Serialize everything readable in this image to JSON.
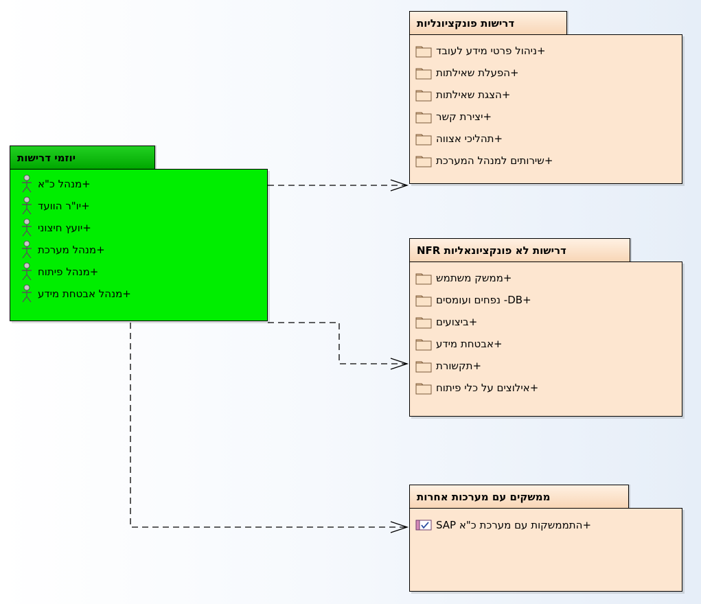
{
  "initiators": {
    "title": "יוזמי דרישות",
    "items": [
      "+מנהל כ\"א",
      "+יו\"ר הוועד",
      "+יועץ חיצוני",
      "+מנהל מערכת",
      "+מנהל פיתוח",
      "+מנהל אבטחת מידע"
    ],
    "item_icon": "actor-icon",
    "fill_color": "#00ee00"
  },
  "functional": {
    "title": "דרישות פונקציונליות",
    "items": [
      "+ניהול פרטי מידע לעובד",
      "+הפעלת שאילתות",
      "+הצגת שאילתות",
      "+יצירת קשר",
      "+תהליכי אצווה",
      "+שירותים למנהל המערכת"
    ],
    "item_icon": "folder-icon",
    "fill_color": "#fde6d0"
  },
  "nonfunctional": {
    "title": "דרישות לא פונקציונאליות NFR",
    "items": [
      "+ממשק משתמש",
      "+DB- נפחים ועומסים",
      "+ביצועים",
      "+אבטחת מידע",
      "+תקשורת",
      "+אילוצים על כלי פיתוח"
    ],
    "item_icon": "folder-icon",
    "fill_color": "#fde6d0"
  },
  "interfaces": {
    "title": "ממשקים עם מערכות  אחרות",
    "items": [
      "+התממשקות עם מערכת כ\"א SAP"
    ],
    "item_icon": "checked-requirement-icon",
    "fill_color": "#fde6d0"
  }
}
